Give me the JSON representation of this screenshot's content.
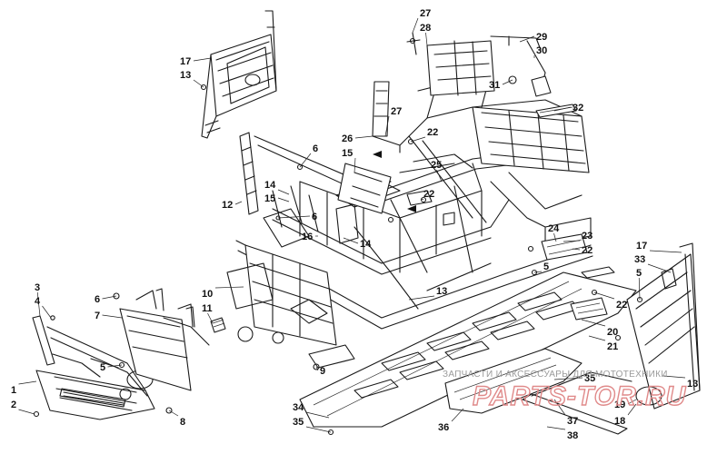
{
  "diagram": {
    "watermark_top": "ЗАПЧАСТИ И АКСЕССУАРЫ ДЛЯ МОТОТЕХНИКИ",
    "watermark_logo": "PARTS-TOR.RU"
  },
  "callouts": [
    {
      "label": "1"
    },
    {
      "label": "2"
    },
    {
      "label": "3"
    },
    {
      "label": "4"
    },
    {
      "label": "5"
    },
    {
      "label": "5"
    },
    {
      "label": "5"
    },
    {
      "label": "6"
    },
    {
      "label": "6"
    },
    {
      "label": "6"
    },
    {
      "label": "7"
    },
    {
      "label": "8"
    },
    {
      "label": "9"
    },
    {
      "label": "10"
    },
    {
      "label": "11"
    },
    {
      "label": "12"
    },
    {
      "label": "13"
    },
    {
      "label": "13"
    },
    {
      "label": "13"
    },
    {
      "label": "14"
    },
    {
      "label": "14"
    },
    {
      "label": "15"
    },
    {
      "label": "15"
    },
    {
      "label": "16"
    },
    {
      "label": "17"
    },
    {
      "label": "17"
    },
    {
      "label": "18"
    },
    {
      "label": "19"
    },
    {
      "label": "20"
    },
    {
      "label": "21"
    },
    {
      "label": "22"
    },
    {
      "label": "22"
    },
    {
      "label": "22"
    },
    {
      "label": "22"
    },
    {
      "label": "23"
    },
    {
      "label": "24"
    },
    {
      "label": "25"
    },
    {
      "label": "26"
    },
    {
      "label": "27"
    },
    {
      "label": "27"
    },
    {
      "label": "28"
    },
    {
      "label": "29"
    },
    {
      "label": "30"
    },
    {
      "label": "31"
    },
    {
      "label": "32"
    },
    {
      "label": "33"
    },
    {
      "label": "34"
    },
    {
      "label": "35"
    },
    {
      "label": "35"
    },
    {
      "label": "36"
    },
    {
      "label": "37"
    },
    {
      "label": "38"
    }
  ]
}
